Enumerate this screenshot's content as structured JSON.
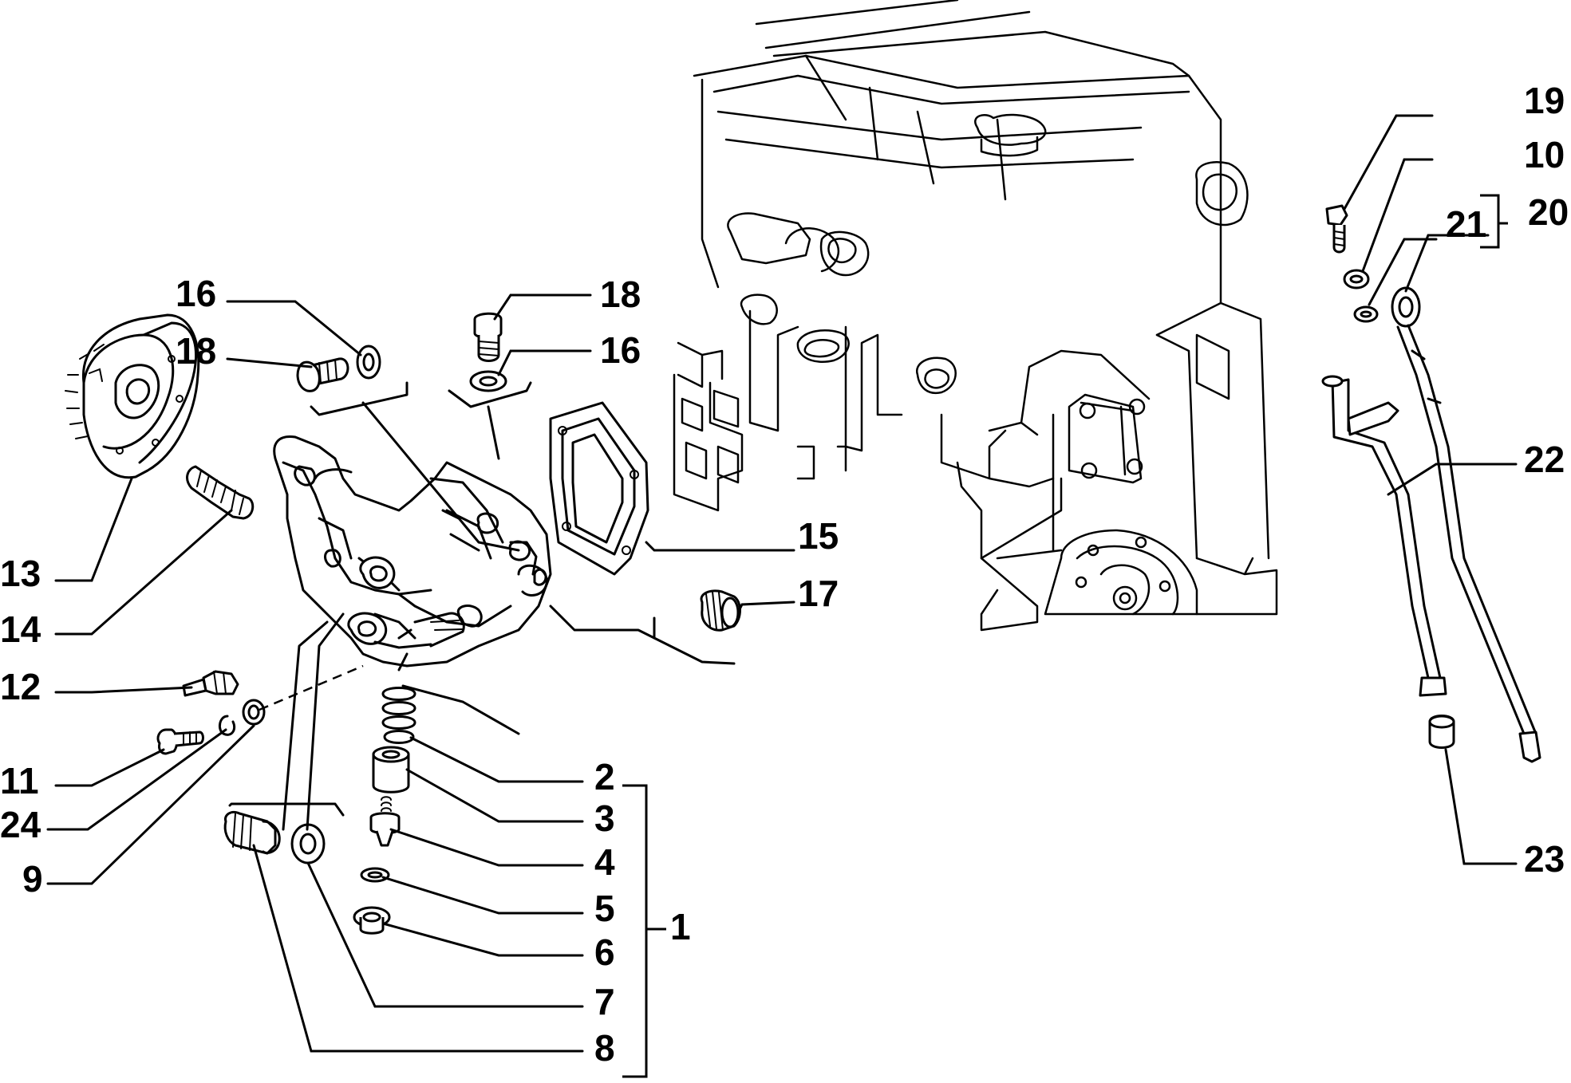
{
  "callouts": {
    "c1": "1",
    "c2": "2",
    "c3": "3",
    "c4": "4",
    "c5": "5",
    "c6": "6",
    "c7": "7",
    "c8": "8",
    "c9": "9",
    "c10": "10",
    "c11": "11",
    "c12": "12",
    "c13": "13",
    "c14": "14",
    "c15": "15",
    "c16a": "16",
    "c16b": "16",
    "c17": "17",
    "c18a": "18",
    "c18b": "18",
    "c19": "19",
    "c20": "20",
    "c21": "21",
    "c22": "22",
    "c23": "23",
    "c24": "24"
  }
}
